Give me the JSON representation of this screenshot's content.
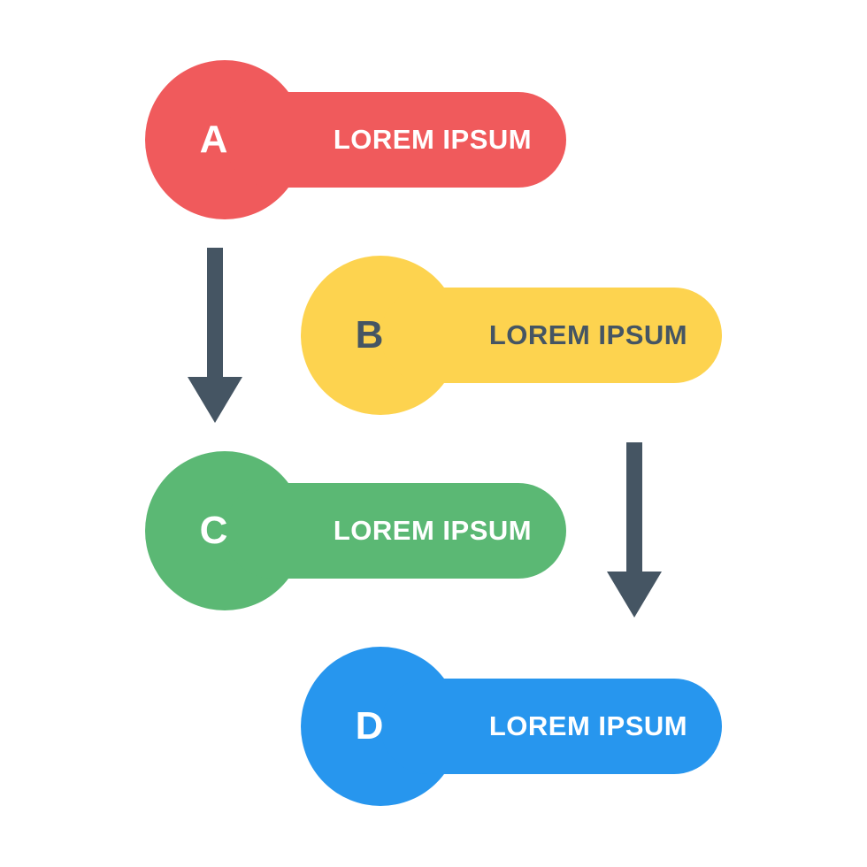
{
  "diagram": {
    "arrow_color": "#455563",
    "steps": [
      {
        "letter": "A",
        "label": "LOREM IPSUM",
        "color": "#f05a5c",
        "text_color": "#ffffff"
      },
      {
        "letter": "B",
        "label": "LOREM IPSUM",
        "color": "#fdd34f",
        "text_color": "#455563"
      },
      {
        "letter": "C",
        "label": "LOREM IPSUM",
        "color": "#5bb874",
        "text_color": "#ffffff"
      },
      {
        "letter": "D",
        "label": "LOREM IPSUM",
        "color": "#2796ee",
        "text_color": "#ffffff"
      }
    ],
    "flow": [
      {
        "from": "A",
        "to": "C"
      },
      {
        "from": "B",
        "to": "D"
      }
    ]
  }
}
